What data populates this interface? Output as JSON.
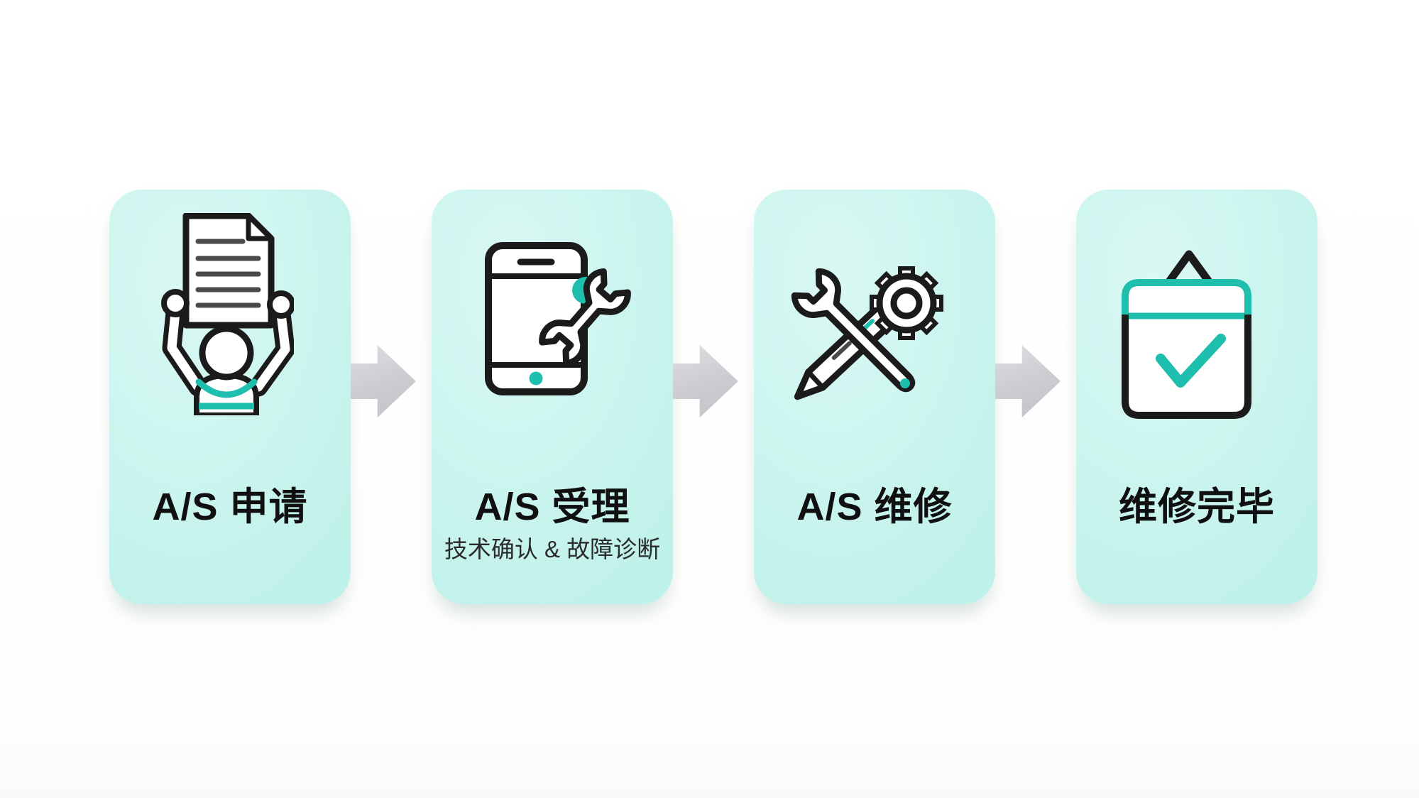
{
  "meta": {
    "type": "after-service-process-flow",
    "direction": "left-to-right"
  },
  "colors": {
    "background": "#ffffff",
    "card_bg": "#c8f4ed",
    "accent_teal": "#1fbfad",
    "outline_black": "#1b1b1b",
    "doc_line_gray": "#4a4a4a",
    "title_color": "#101010",
    "subtitle_color": "#2b2b2b",
    "arrow_gray": "#cbccd0"
  },
  "steps": [
    {
      "title": "A/S 申请",
      "subtitle": "",
      "icon": "person-holding-document-icon"
    },
    {
      "title": "A/S 受理",
      "subtitle": "技术确认 & 故障诊断",
      "icon": "phone-with-wrench-icon"
    },
    {
      "title": "A/S 维修",
      "subtitle": "",
      "icon": "wrench-pen-gear-icon"
    },
    {
      "title": "维修完毕",
      "subtitle": "",
      "icon": "box-checkmark-icon"
    }
  ],
  "arrows": [
    {
      "direction": "right"
    },
    {
      "direction": "right"
    },
    {
      "direction": "right"
    }
  ]
}
